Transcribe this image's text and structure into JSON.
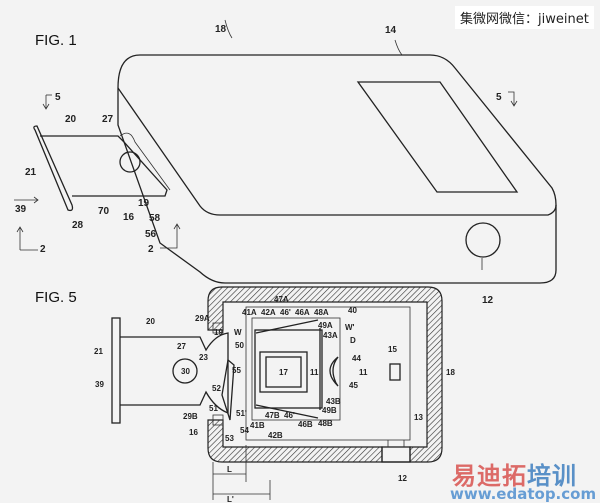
{
  "watermark_top": "集微网微信：jiweinet",
  "watermark_bottom": {
    "red": "易迪拓",
    "blue": "培训",
    "url": "www.edatop.com"
  },
  "fig1": {
    "title": "FIG. 1",
    "labels": [
      "18",
      "14",
      "5",
      "5",
      "20",
      "27",
      "21",
      "39",
      "70",
      "28",
      "19",
      "16",
      "58",
      "56",
      "2",
      "2",
      "12"
    ]
  },
  "fig5": {
    "title": "FIG. 5",
    "labels": [
      "20",
      "29A",
      "19",
      "27",
      "23",
      "21",
      "30",
      "39",
      "29B",
      "16",
      "51",
      "52",
      "55",
      "50",
      "W",
      "47A",
      "41A",
      "42A",
      "46'",
      "46A",
      "48A",
      "40",
      "49A",
      "43A",
      "W'",
      "D",
      "15",
      "44",
      "17",
      "11",
      "11",
      "45",
      "43B",
      "49B",
      "51'",
      "41B",
      "47B",
      "46'",
      "46B",
      "48B",
      "42B",
      "13",
      "53",
      "54",
      "18",
      "12",
      "L",
      "L'"
    ]
  }
}
